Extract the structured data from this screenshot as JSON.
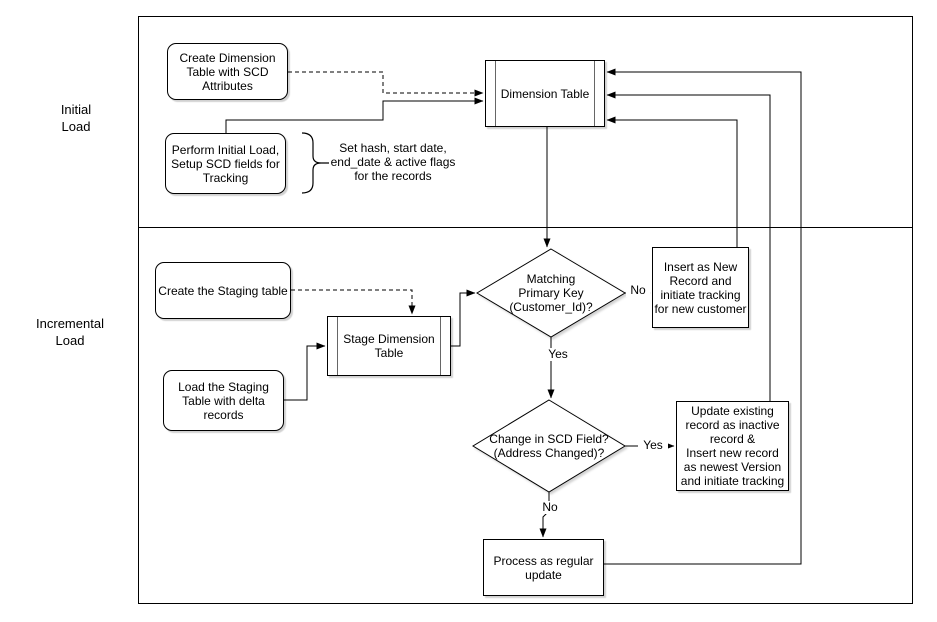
{
  "sections": {
    "initial": {
      "label": "Initial\nLoad"
    },
    "incremental": {
      "label": "Incremental\nLoad"
    }
  },
  "nodes": {
    "create_dimension": {
      "text": "Create Dimension\nTable with SCD\nAttributes"
    },
    "perform_initial": {
      "text": "Perform Initial Load,\nSetup SCD fields for\nTracking"
    },
    "note_set_hash": {
      "text": "Set hash, start date,\nend_date & active flags\nfor the records"
    },
    "dimension_table": {
      "text": "Dimension Table"
    },
    "create_staging": {
      "text": "Create the Staging table"
    },
    "load_staging": {
      "text": "Load the Staging\nTable with delta\nrecords"
    },
    "stage_dimension_table": {
      "text": "Stage Dimension\nTable"
    },
    "decision_matching_key": {
      "text": "Matching\nPrimary Key\n(Customer_Id)?"
    },
    "insert_new": {
      "text": "Insert as New\nRecord and\ninitiate tracking\nfor new customer"
    },
    "decision_scd_change": {
      "text": "Change in SCD Field?\n(Address Changed)?"
    },
    "update_existing": {
      "text": "Update existing\nrecord as inactive\nrecord &\nInsert new record\nas newest Version\nand initiate tracking"
    },
    "process_regular": {
      "text": "Process as regular\nupdate"
    }
  },
  "edge_labels": {
    "matching_no": "No",
    "matching_yes": "Yes",
    "change_yes": "Yes",
    "change_no": "No"
  },
  "colors": {
    "stroke": "#000000",
    "shape_fill": "#ffffff",
    "table_column_line": "#666666",
    "background": "#ffffff"
  }
}
